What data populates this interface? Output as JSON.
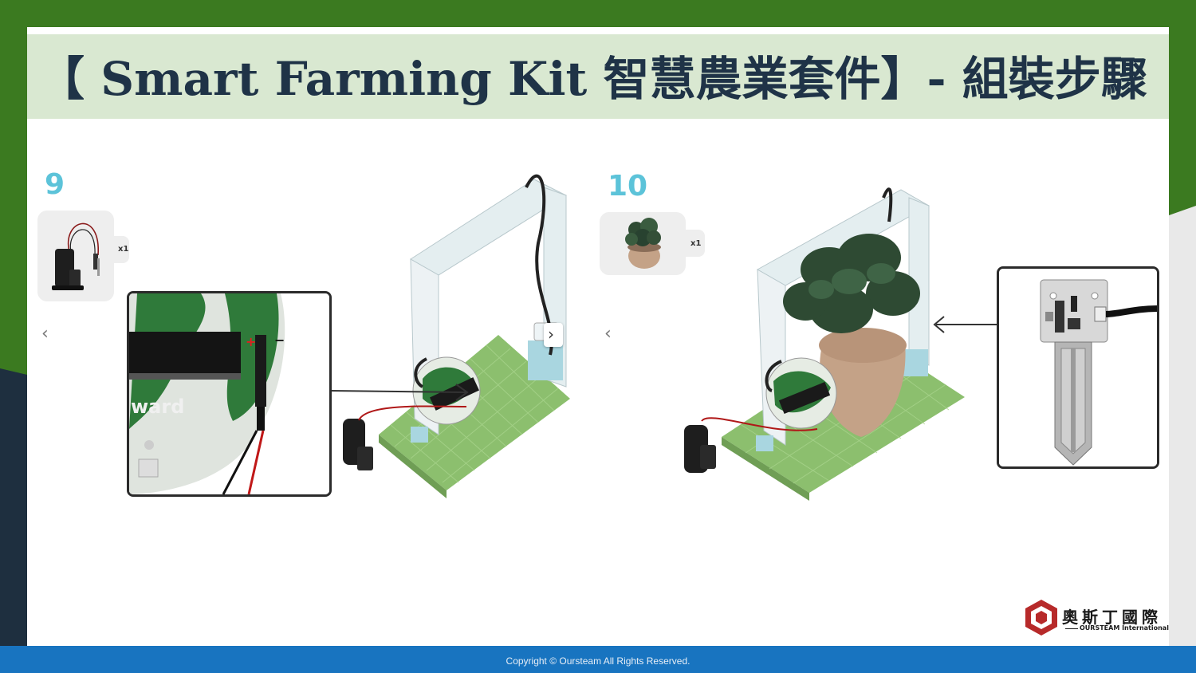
{
  "slide": {
    "title": "【 Smart Farming Kit 智慧農業套件】- 組裝步驟",
    "colors": {
      "frame_green": "#3b7a20",
      "frame_navy": "#1e2f3f",
      "title_band": "#d9e8d1",
      "title_text": "#1f3347",
      "step_number": "#5cc3d9",
      "footer": "#1874c0"
    }
  },
  "steps": [
    {
      "number": "9",
      "part_quantity": "x1",
      "part_icon": "water-pump-icon",
      "nav_icon": "chevron-left-icon"
    },
    {
      "number": "10",
      "part_quantity": "x1",
      "part_icon": "potted-plant-icon",
      "nav_icon": "chevron-left-icon"
    }
  ],
  "nav": {
    "prev_glyph": "‹",
    "next_glyph": "›"
  },
  "logo": {
    "name_cn": "奧斯丁國際",
    "name_en": "OURSTEAM International"
  },
  "footer": {
    "copyright": "Copyright © Oursteam All Rights Reserved."
  }
}
